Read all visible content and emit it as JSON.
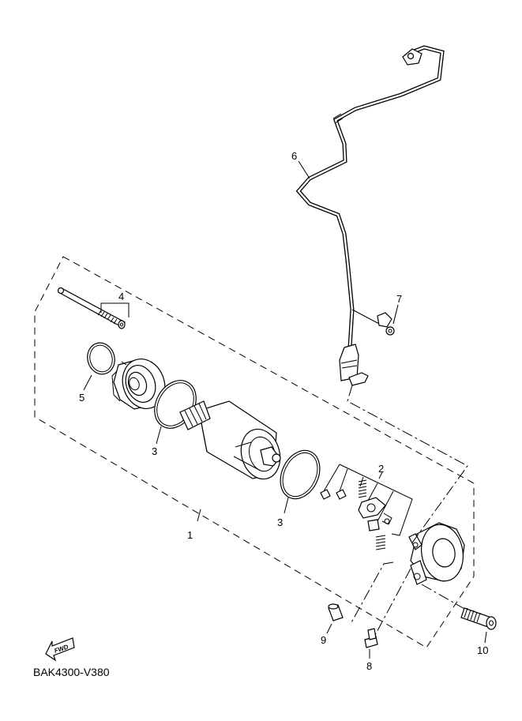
{
  "callouts": {
    "c1": "1",
    "c2": "2",
    "c3a": "3",
    "c3b": "3",
    "c4": "4",
    "c5": "5",
    "c6": "6",
    "c7": "7",
    "c8": "8",
    "c9": "9",
    "c10": "10"
  },
  "fwd_label": "FWD",
  "diagram_code": "BAK4300-V380"
}
